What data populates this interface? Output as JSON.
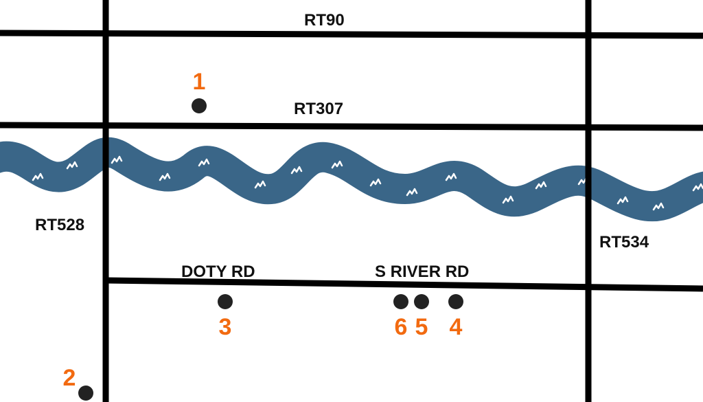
{
  "roads": {
    "rt90": "RT90",
    "rt307": "RT307",
    "rt528": "RT528",
    "rt534": "RT534",
    "doty_rd": "DOTY RD",
    "s_river_rd": "S RIVER RD"
  },
  "markers": [
    "1",
    "2",
    "3",
    "4",
    "5",
    "6"
  ],
  "colors": {
    "marker_label": "#f26a10",
    "marker_dot": "#222222",
    "river": "#3a6688",
    "road": "#000000"
  }
}
